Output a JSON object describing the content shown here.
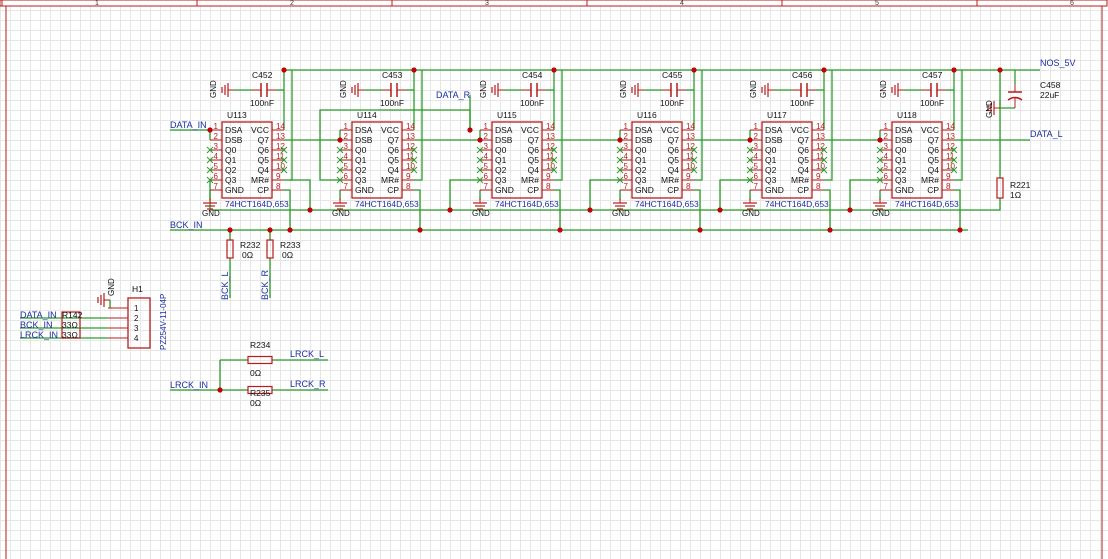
{
  "colors": {
    "wire": "#2a9d2a",
    "part": "#b71c1c",
    "label": "#1b2fa0",
    "pin": "#b71c1c",
    "junction": "#c0000a",
    "noconnect": "#2a9d2a",
    "sheet_border": "#b71c1c"
  },
  "sheet": {
    "column_ticks": [
      "1",
      "2",
      "3",
      "4",
      "5",
      "6"
    ]
  },
  "shift_registers": [
    {
      "ref": "U113",
      "value": "74HCT164D,653"
    },
    {
      "ref": "U114",
      "value": "74HCT164D,653"
    },
    {
      "ref": "U115",
      "value": "74HCT164D,653"
    },
    {
      "ref": "U116",
      "value": "74HCT164D,653"
    },
    {
      "ref": "U117",
      "value": "74HCT164D,653"
    },
    {
      "ref": "U118",
      "value": "74HCT164D,653"
    }
  ],
  "ic_pins_left": [
    {
      "num": "1",
      "name": "DSA"
    },
    {
      "num": "2",
      "name": "DSB"
    },
    {
      "num": "3",
      "name": "Q0"
    },
    {
      "num": "4",
      "name": "Q1"
    },
    {
      "num": "5",
      "name": "Q2"
    },
    {
      "num": "6",
      "name": "Q3"
    },
    {
      "num": "7",
      "name": "GND"
    }
  ],
  "ic_pins_right": [
    {
      "num": "14",
      "name": "VCC"
    },
    {
      "num": "13",
      "name": "Q7"
    },
    {
      "num": "12",
      "name": "Q6"
    },
    {
      "num": "11",
      "name": "Q5"
    },
    {
      "num": "10",
      "name": "Q4"
    },
    {
      "num": "9",
      "name": "MR#"
    },
    {
      "num": "8",
      "name": "CP"
    }
  ],
  "decoupling_caps": [
    {
      "ref": "C452",
      "value": "100nF"
    },
    {
      "ref": "C453",
      "value": "100nF"
    },
    {
      "ref": "C454",
      "value": "100nF"
    },
    {
      "ref": "C455",
      "value": "100nF"
    },
    {
      "ref": "C456",
      "value": "100nF"
    },
    {
      "ref": "C457",
      "value": "100nF"
    }
  ],
  "bulk_cap": {
    "ref": "C458",
    "value": "22uF"
  },
  "resistors": {
    "r221": {
      "ref": "R221",
      "value": "1Ω"
    },
    "r232": {
      "ref": "R232",
      "value": "0Ω"
    },
    "r233": {
      "ref": "R233",
      "value": "0Ω"
    },
    "r234": {
      "ref": "R234",
      "value": "0Ω"
    },
    "r235": {
      "ref": "R235",
      "value": "0Ω"
    },
    "r142": {
      "ref": "R142",
      "value_a": "33Ω",
      "value_b": "33Ω"
    }
  },
  "connector": {
    "ref": "H1",
    "part": "PZ254V-11-04P",
    "pins": [
      "1",
      "2",
      "3",
      "4"
    ]
  },
  "nets": {
    "gnd": "GND",
    "vcc": "NOS_5V",
    "data_in": "DATA_IN",
    "data_r": "DATA_R",
    "data_l": "DATA_L",
    "bck_in": "BCK_IN",
    "bck_l": "BCK_L",
    "bck_r": "BCK_R",
    "lrck_in": "LRCK_IN",
    "lrck_l": "LRCK_L",
    "lrck_r": "LRCK_R"
  }
}
